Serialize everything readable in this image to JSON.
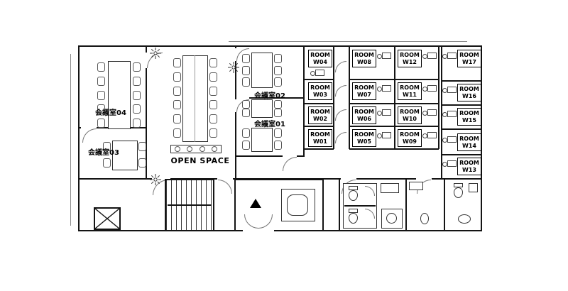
{
  "floorplan": {
    "open_space_label": "OPEN SPACE",
    "meeting_rooms": [
      {
        "label": "会議室04"
      },
      {
        "label": "会議室03"
      },
      {
        "label": "会議室02"
      },
      {
        "label": "会議室01"
      }
    ],
    "booths": [
      {
        "line1": "ROOM",
        "line2": "W04"
      },
      {
        "line1": "ROOM",
        "line2": "W03"
      },
      {
        "line1": "ROOM",
        "line2": "W02"
      },
      {
        "line1": "ROOM",
        "line2": "W01"
      },
      {
        "line1": "ROOM",
        "line2": "W08"
      },
      {
        "line1": "ROOM",
        "line2": "W07"
      },
      {
        "line1": "ROOM",
        "line2": "W06"
      },
      {
        "line1": "ROOM",
        "line2": "W05"
      },
      {
        "line1": "ROOM",
        "line2": "W12"
      },
      {
        "line1": "ROOM",
        "line2": "W11"
      },
      {
        "line1": "ROOM",
        "line2": "W10"
      },
      {
        "line1": "ROOM",
        "line2": "W09"
      },
      {
        "line1": "ROOM",
        "line2": "W17"
      },
      {
        "line1": "ROOM",
        "line2": "W16"
      },
      {
        "line1": "ROOM",
        "line2": "W15"
      },
      {
        "line1": "ROOM",
        "line2": "W14"
      },
      {
        "line1": "ROOM",
        "line2": "W13"
      }
    ],
    "colors": {
      "wall": "#141414",
      "background": "#ffffff",
      "text": "#000000"
    },
    "icons": {
      "plant-icon": "sunburst",
      "elevator-icon": "x-cross",
      "entrance-marker-icon": "filled-triangle",
      "toilet-icon": "bowl-and-tank",
      "sink-icon": "circle-basin",
      "desk-icon": "desk-with-chair",
      "door-arc-icon": "quarter-circle",
      "stairs-icon": "hatched-treads"
    }
  }
}
